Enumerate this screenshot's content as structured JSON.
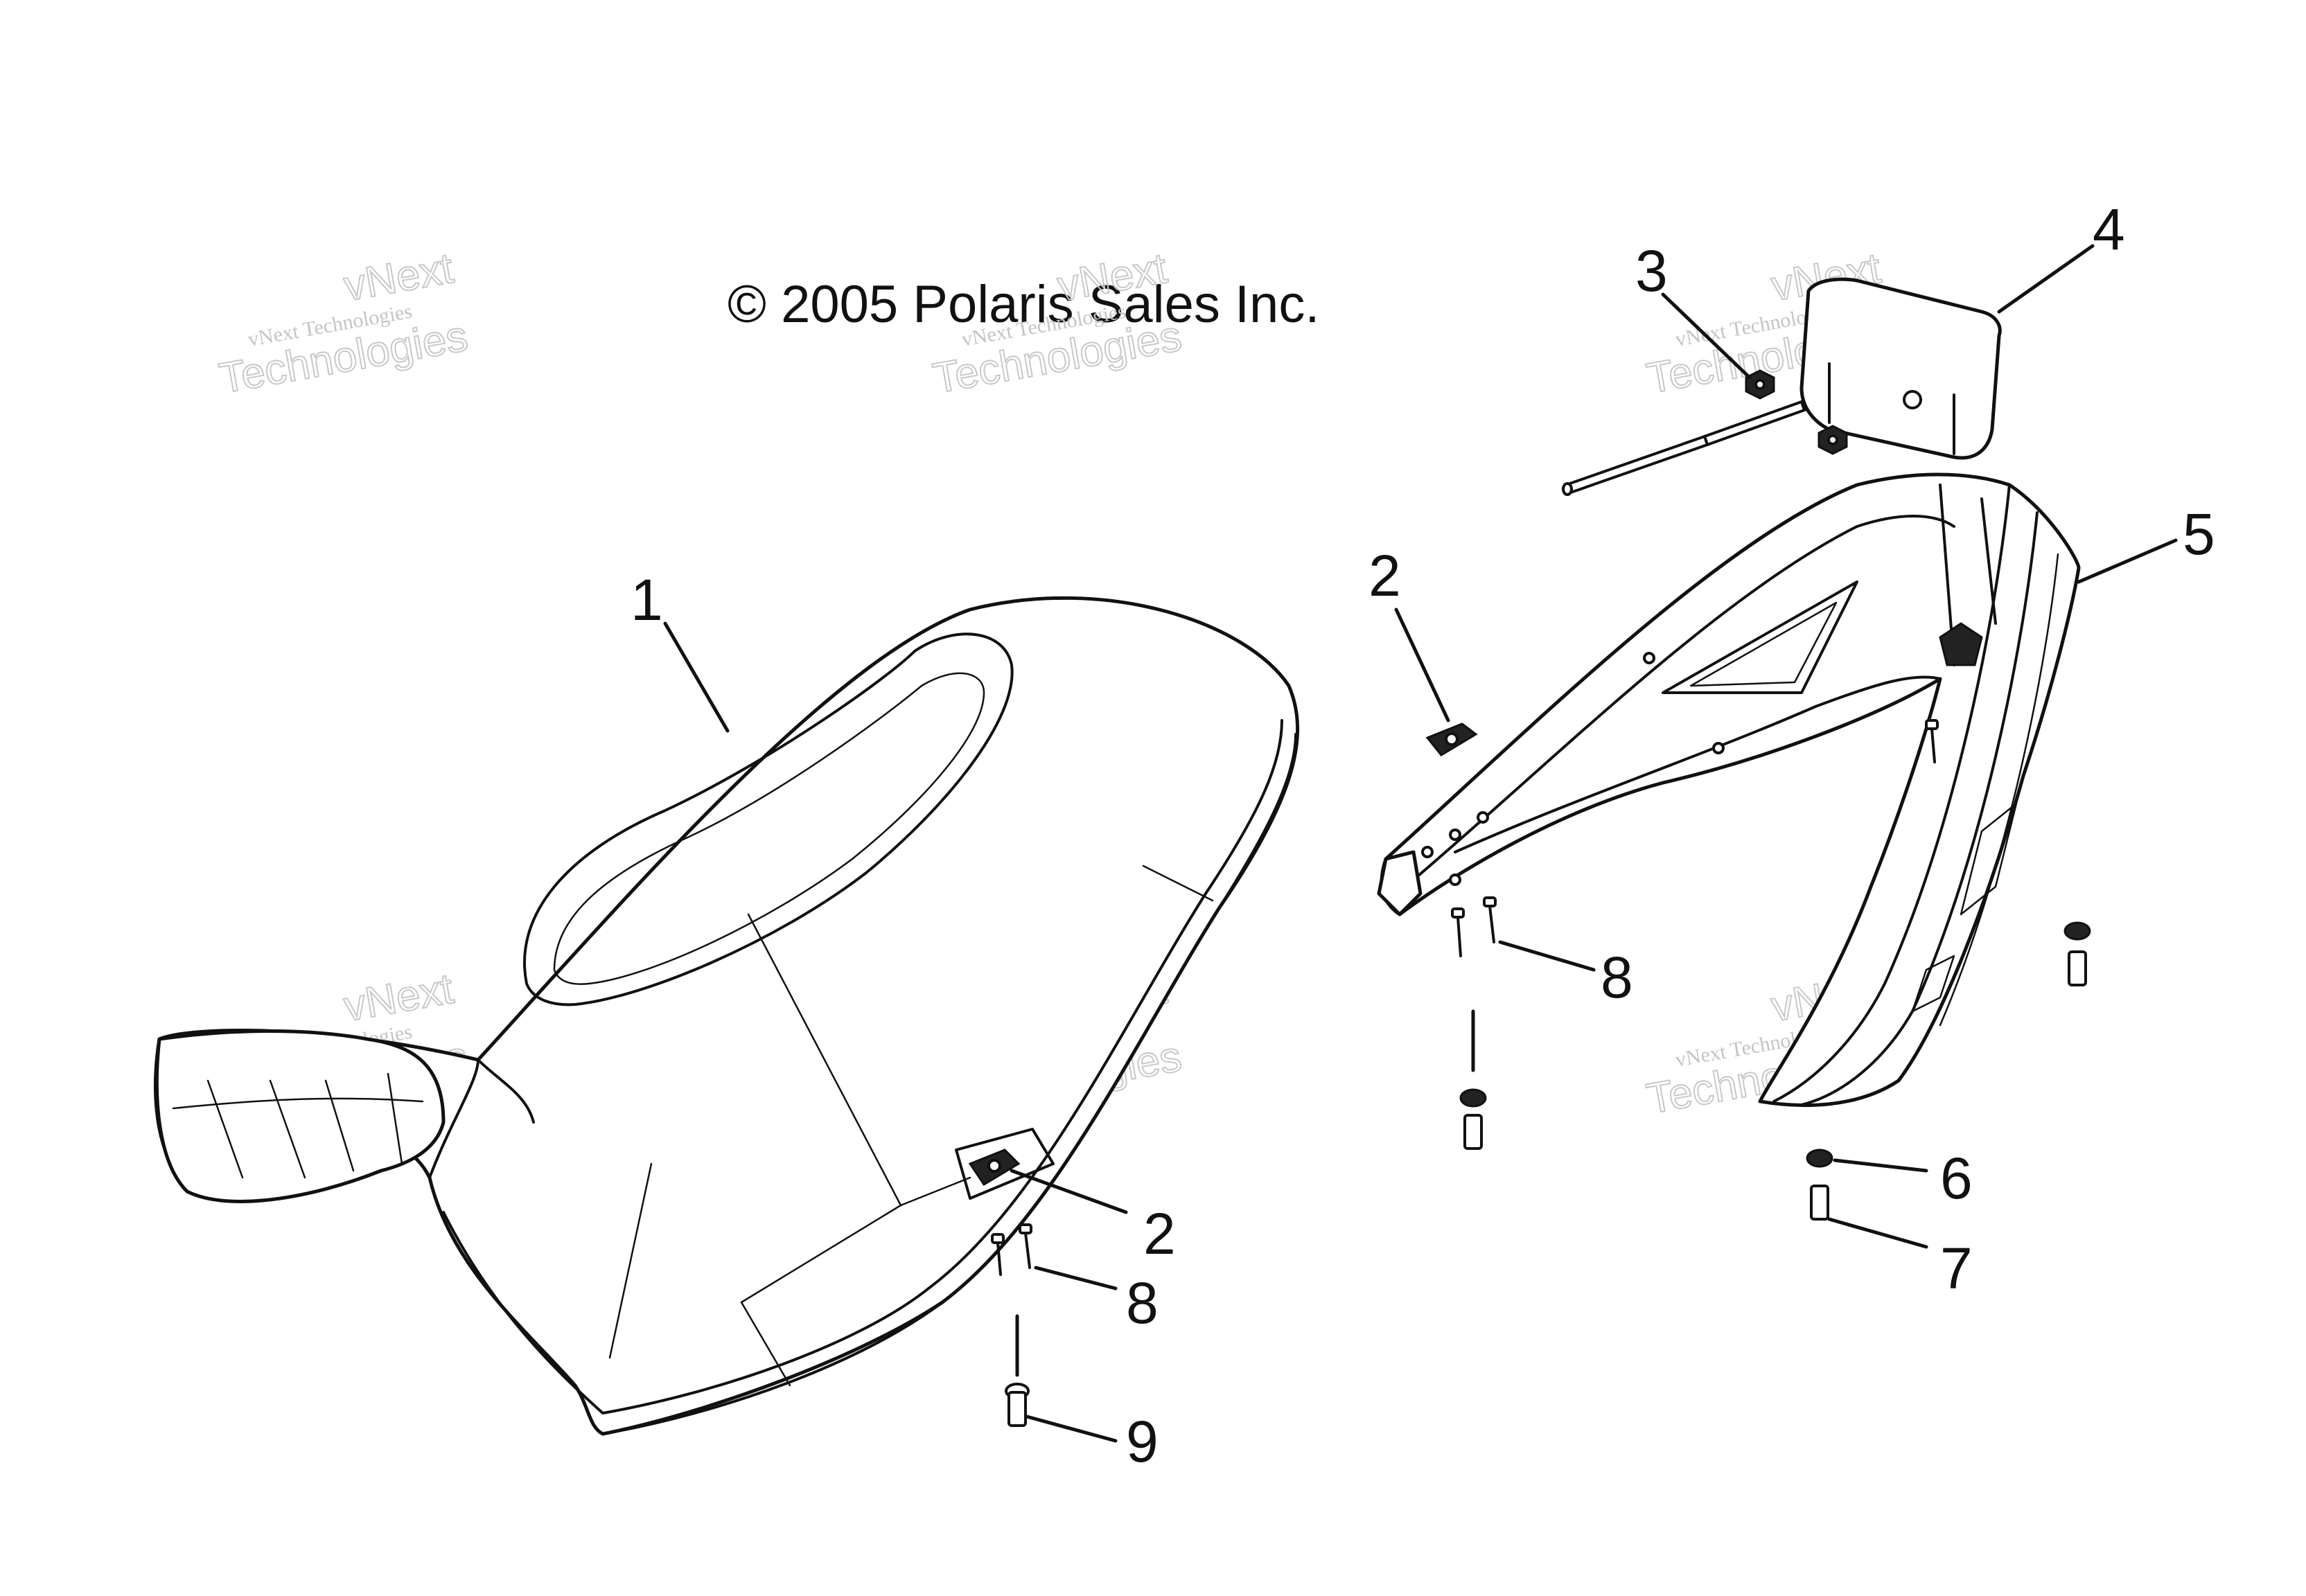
{
  "copyright": "© 2005 Polaris Sales Inc.",
  "watermark": {
    "line1": "vNext Technologies",
    "line2a": "vNext",
    "line2b": "Technologies"
  },
  "callouts": [
    {
      "id": "seat",
      "label": "1"
    },
    {
      "id": "latch-seat",
      "label": "2"
    },
    {
      "id": "latch-rack",
      "label": "2"
    },
    {
      "id": "nut-box",
      "label": "3"
    },
    {
      "id": "storage-box",
      "label": "4"
    },
    {
      "id": "rear-rack",
      "label": "5"
    },
    {
      "id": "washer",
      "label": "6"
    },
    {
      "id": "bolt-rack",
      "label": "7"
    },
    {
      "id": "screw-seat",
      "label": "8"
    },
    {
      "id": "screw-rack",
      "label": "8"
    },
    {
      "id": "bolt-seat",
      "label": "9"
    }
  ]
}
